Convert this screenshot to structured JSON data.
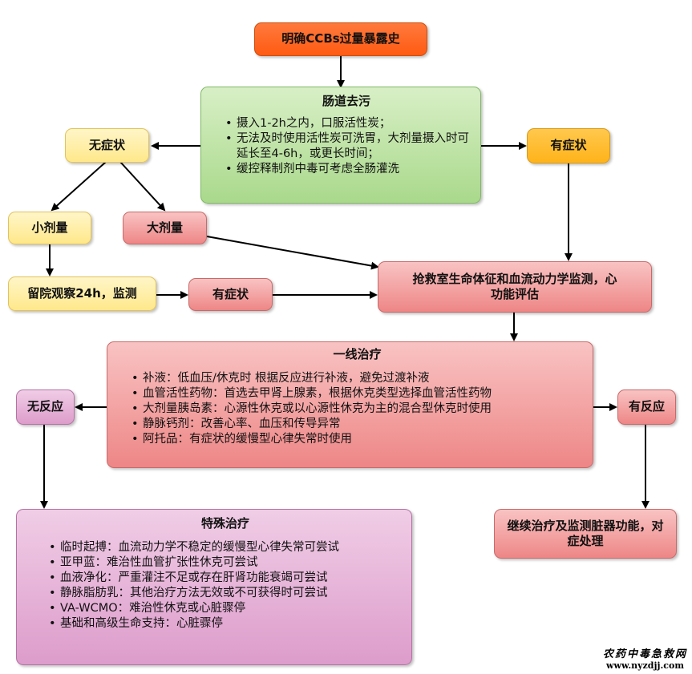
{
  "nodes": {
    "start": "明确CCBs过量暴露史",
    "asymptomatic": "无症状",
    "symptomatic_right": "有症状",
    "small_dose": "小剂量",
    "large_dose": "大剂量",
    "observe": "留院观察24h，监测",
    "symptomatic_mid": "有症状",
    "monitoring": "抢救室生命体征和血流动力学监测，心功能评估",
    "no_response": "无反应",
    "response": "有反应",
    "continue": "继续治疗及监测脏器功能，对症处理"
  },
  "decontamination": {
    "title": "肠道去污",
    "items": [
      "摄入1-2h之内，口服活性炭；",
      "无法及时使用活性炭可洗胃，大剂量摄入时可延长至4-6h，或更长时间；",
      "缓控释制剂中毒可考虑全肠灌洗"
    ]
  },
  "first_line": {
    "title": "一线治疗",
    "items": [
      "补液：低血压/休克时 根据反应进行补液，避免过渡补液",
      "血管活性药物：首选去甲肾上腺素，根据休克类型选择血管活性药物",
      "大剂量胰岛素：心源性休克或以心源性休克为主的混合型休克时使用",
      "静脉钙剂：改善心率、血压和传导异常",
      "阿托品：有症状的缓慢型心律失常时使用"
    ]
  },
  "special": {
    "title": "特殊治疗",
    "items": [
      "临时起搏：血流动力学不稳定的缓慢型心律失常可尝试",
      "亚甲蓝：难治性血管扩张性休克可尝试",
      "血液净化：严重灌注不足或存在肝肾功能衰竭可尝试",
      "静脉脂肪乳：其他治疗方法无效或不可获得时可尝试",
      "VA-WCMO：难治性休克或心脏骤停",
      "基础和高级生命支持：心脏骤停"
    ]
  },
  "watermark": {
    "line1": "农药中毒急救网",
    "line2": "www.nyzdjj.com"
  }
}
